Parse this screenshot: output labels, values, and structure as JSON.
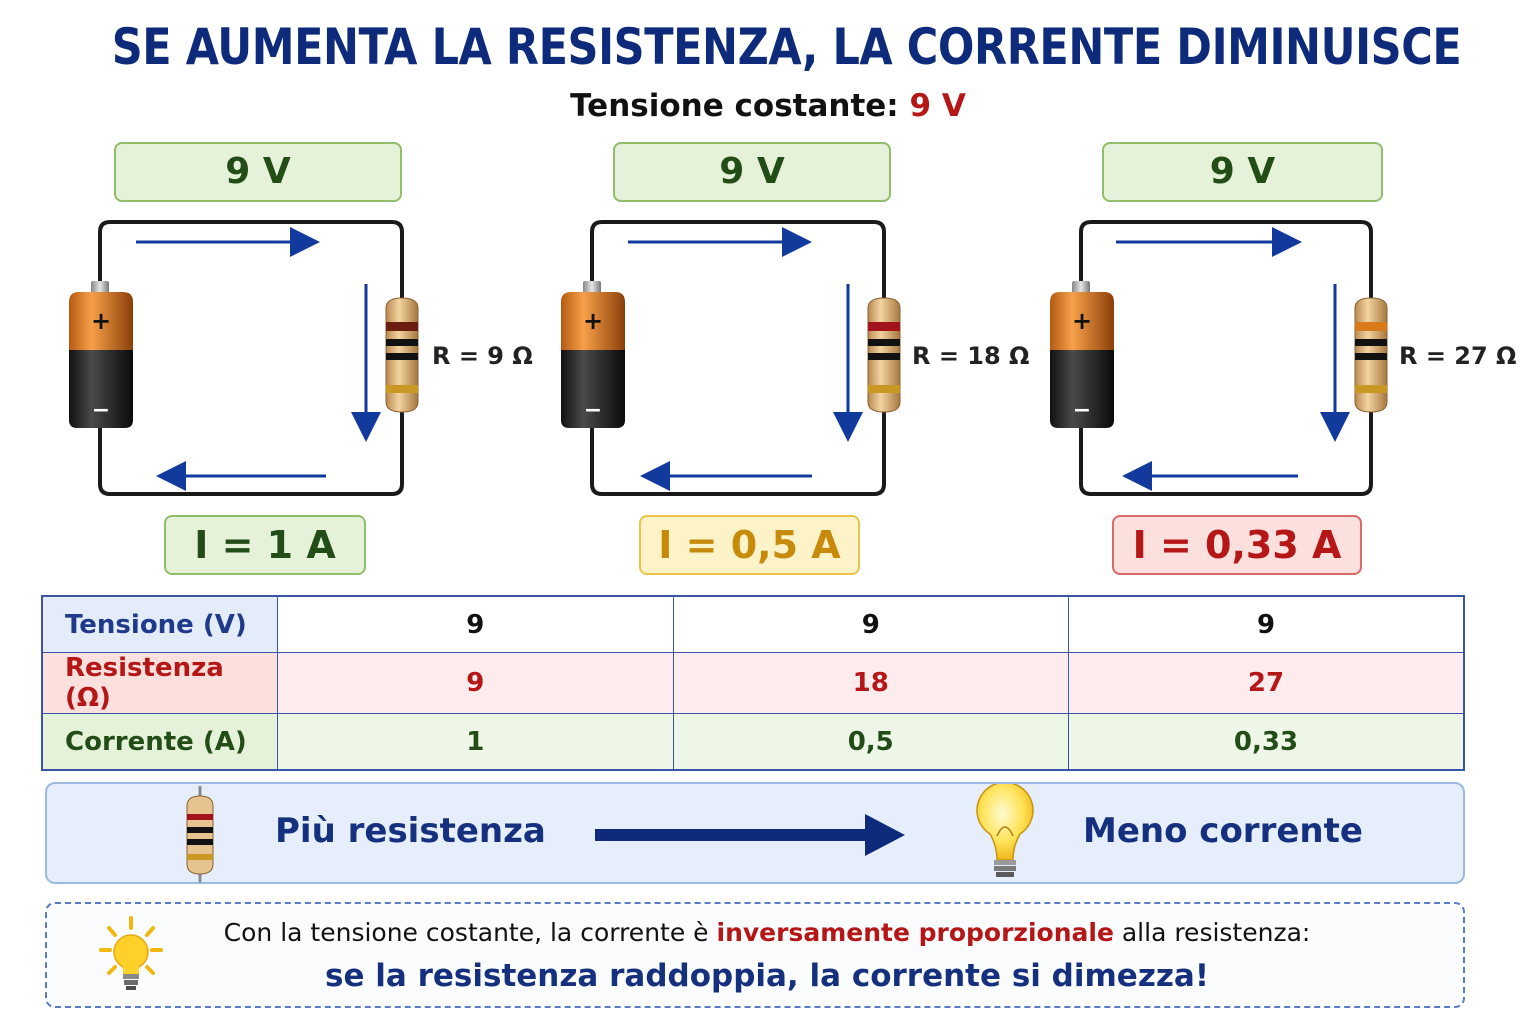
{
  "header": {
    "title": "SE AUMENTA LA RESISTENZA, LA CORRENTE DIMINUISCE",
    "subtitle_label": "Tensione costante:",
    "subtitle_value": "9 V"
  },
  "circuits": [
    {
      "voltage": "9 V",
      "resistance_label": "R = 9 Ω",
      "current_label": "I = 1 A",
      "current_color": "green"
    },
    {
      "voltage": "9 V",
      "resistance_label": "R = 18 Ω",
      "current_label": "I = 0,5 A",
      "current_color": "yellow"
    },
    {
      "voltage": "9 V",
      "resistance_label": "R = 27 Ω",
      "current_label": "I = 0,33 A",
      "current_color": "red"
    }
  ],
  "battery": {
    "plus": "+",
    "minus": "−"
  },
  "table": {
    "rows": [
      {
        "label": "Tensione (V)",
        "values": [
          "9",
          "9",
          "9"
        ]
      },
      {
        "label": "Resistenza (Ω)",
        "values": [
          "9",
          "18",
          "27"
        ]
      },
      {
        "label": "Corrente (A)",
        "values": [
          "1",
          "0,5",
          "0,33"
        ]
      }
    ]
  },
  "relation": {
    "left": "Più resistenza",
    "right": "Meno corrente",
    "left_icon": "resistor-icon",
    "right_icon": "light-bulb-icon"
  },
  "note": {
    "line1_before": "Con la tensione costante, la corrente è ",
    "line1_highlight": "inversamente proporzionale",
    "line1_after": " alla resistenza:",
    "line2": "se la resistenza raddoppia, la corrente si dimezza!",
    "icon": "light-bulb-icon"
  },
  "colors": {
    "title": "#0d2b7a",
    "voltage_accent": "#b51616",
    "wire": "#1a1a1a",
    "current_arrow": "#123a9c",
    "green": "#234d17",
    "yellow": "#c88a0a",
    "red": "#b51616"
  }
}
